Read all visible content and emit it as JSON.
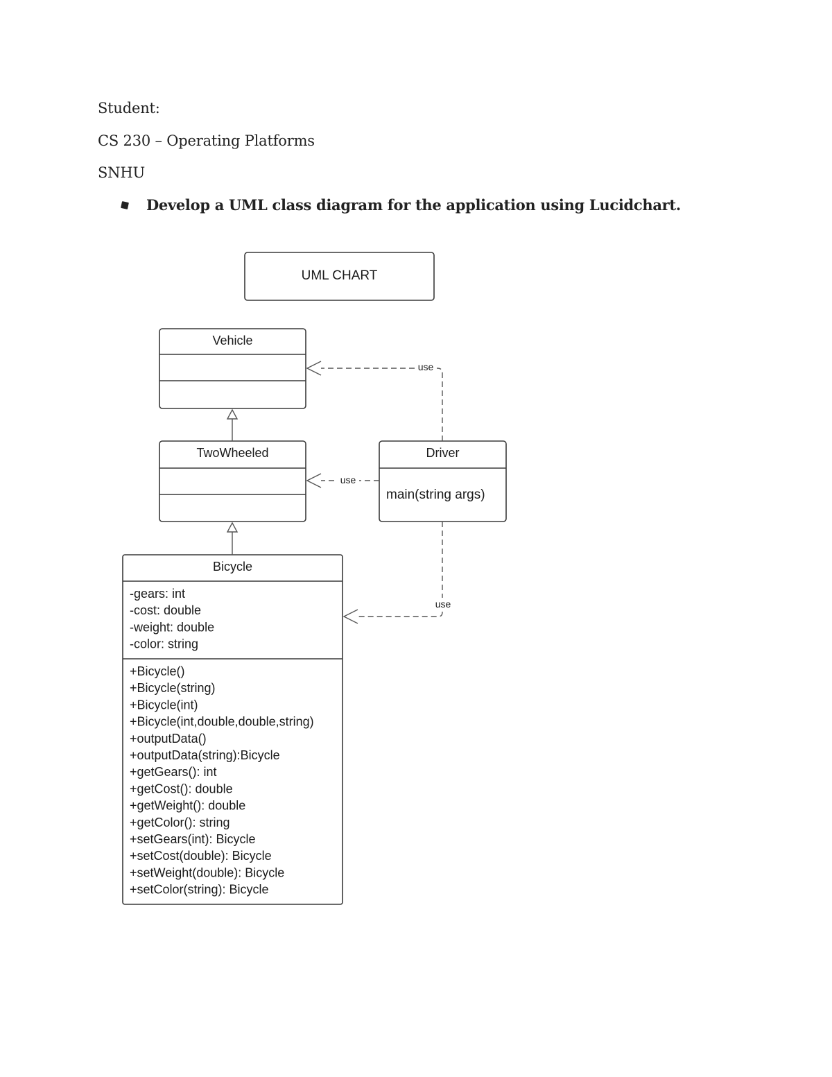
{
  "document": {
    "student_label": "Student:",
    "course": "CS 230 – Operating Platforms",
    "school": "SNHU",
    "task": "Develop a UML class diagram for the application using Lucidchart."
  },
  "diagram": {
    "title": "UML CHART",
    "classes": {
      "vehicle": {
        "name": "Vehicle"
      },
      "two_wheeled": {
        "name": "TwoWheeled"
      },
      "driver": {
        "name": "Driver",
        "methods": [
          "main(string args)"
        ]
      },
      "bicycle": {
        "name": "Bicycle",
        "attributes": [
          "-gears: int",
          "-cost: double",
          "-weight: double",
          "-color: string"
        ],
        "methods": [
          "+Bicycle()",
          "+Bicycle(string)",
          "+Bicycle(int)",
          "+Bicycle(int,double,double,string)",
          "+outputData()",
          "+outputData(string):Bicycle",
          "+getGears(): int",
          "+getCost(): double",
          "+getWeight(): double",
          "+getColor(): string",
          "+setGears(int): Bicycle",
          "+setCost(double): Bicycle",
          "+setWeight(double): Bicycle",
          "+setColor(string): Bicycle"
        ]
      }
    },
    "relations": {
      "driver_vehicle": "use",
      "driver_two_wheeled": "use",
      "driver_bicycle": "use"
    }
  },
  "colors": {
    "line": "#555555",
    "box_border": "#3a3a3a",
    "text": "#222222"
  }
}
